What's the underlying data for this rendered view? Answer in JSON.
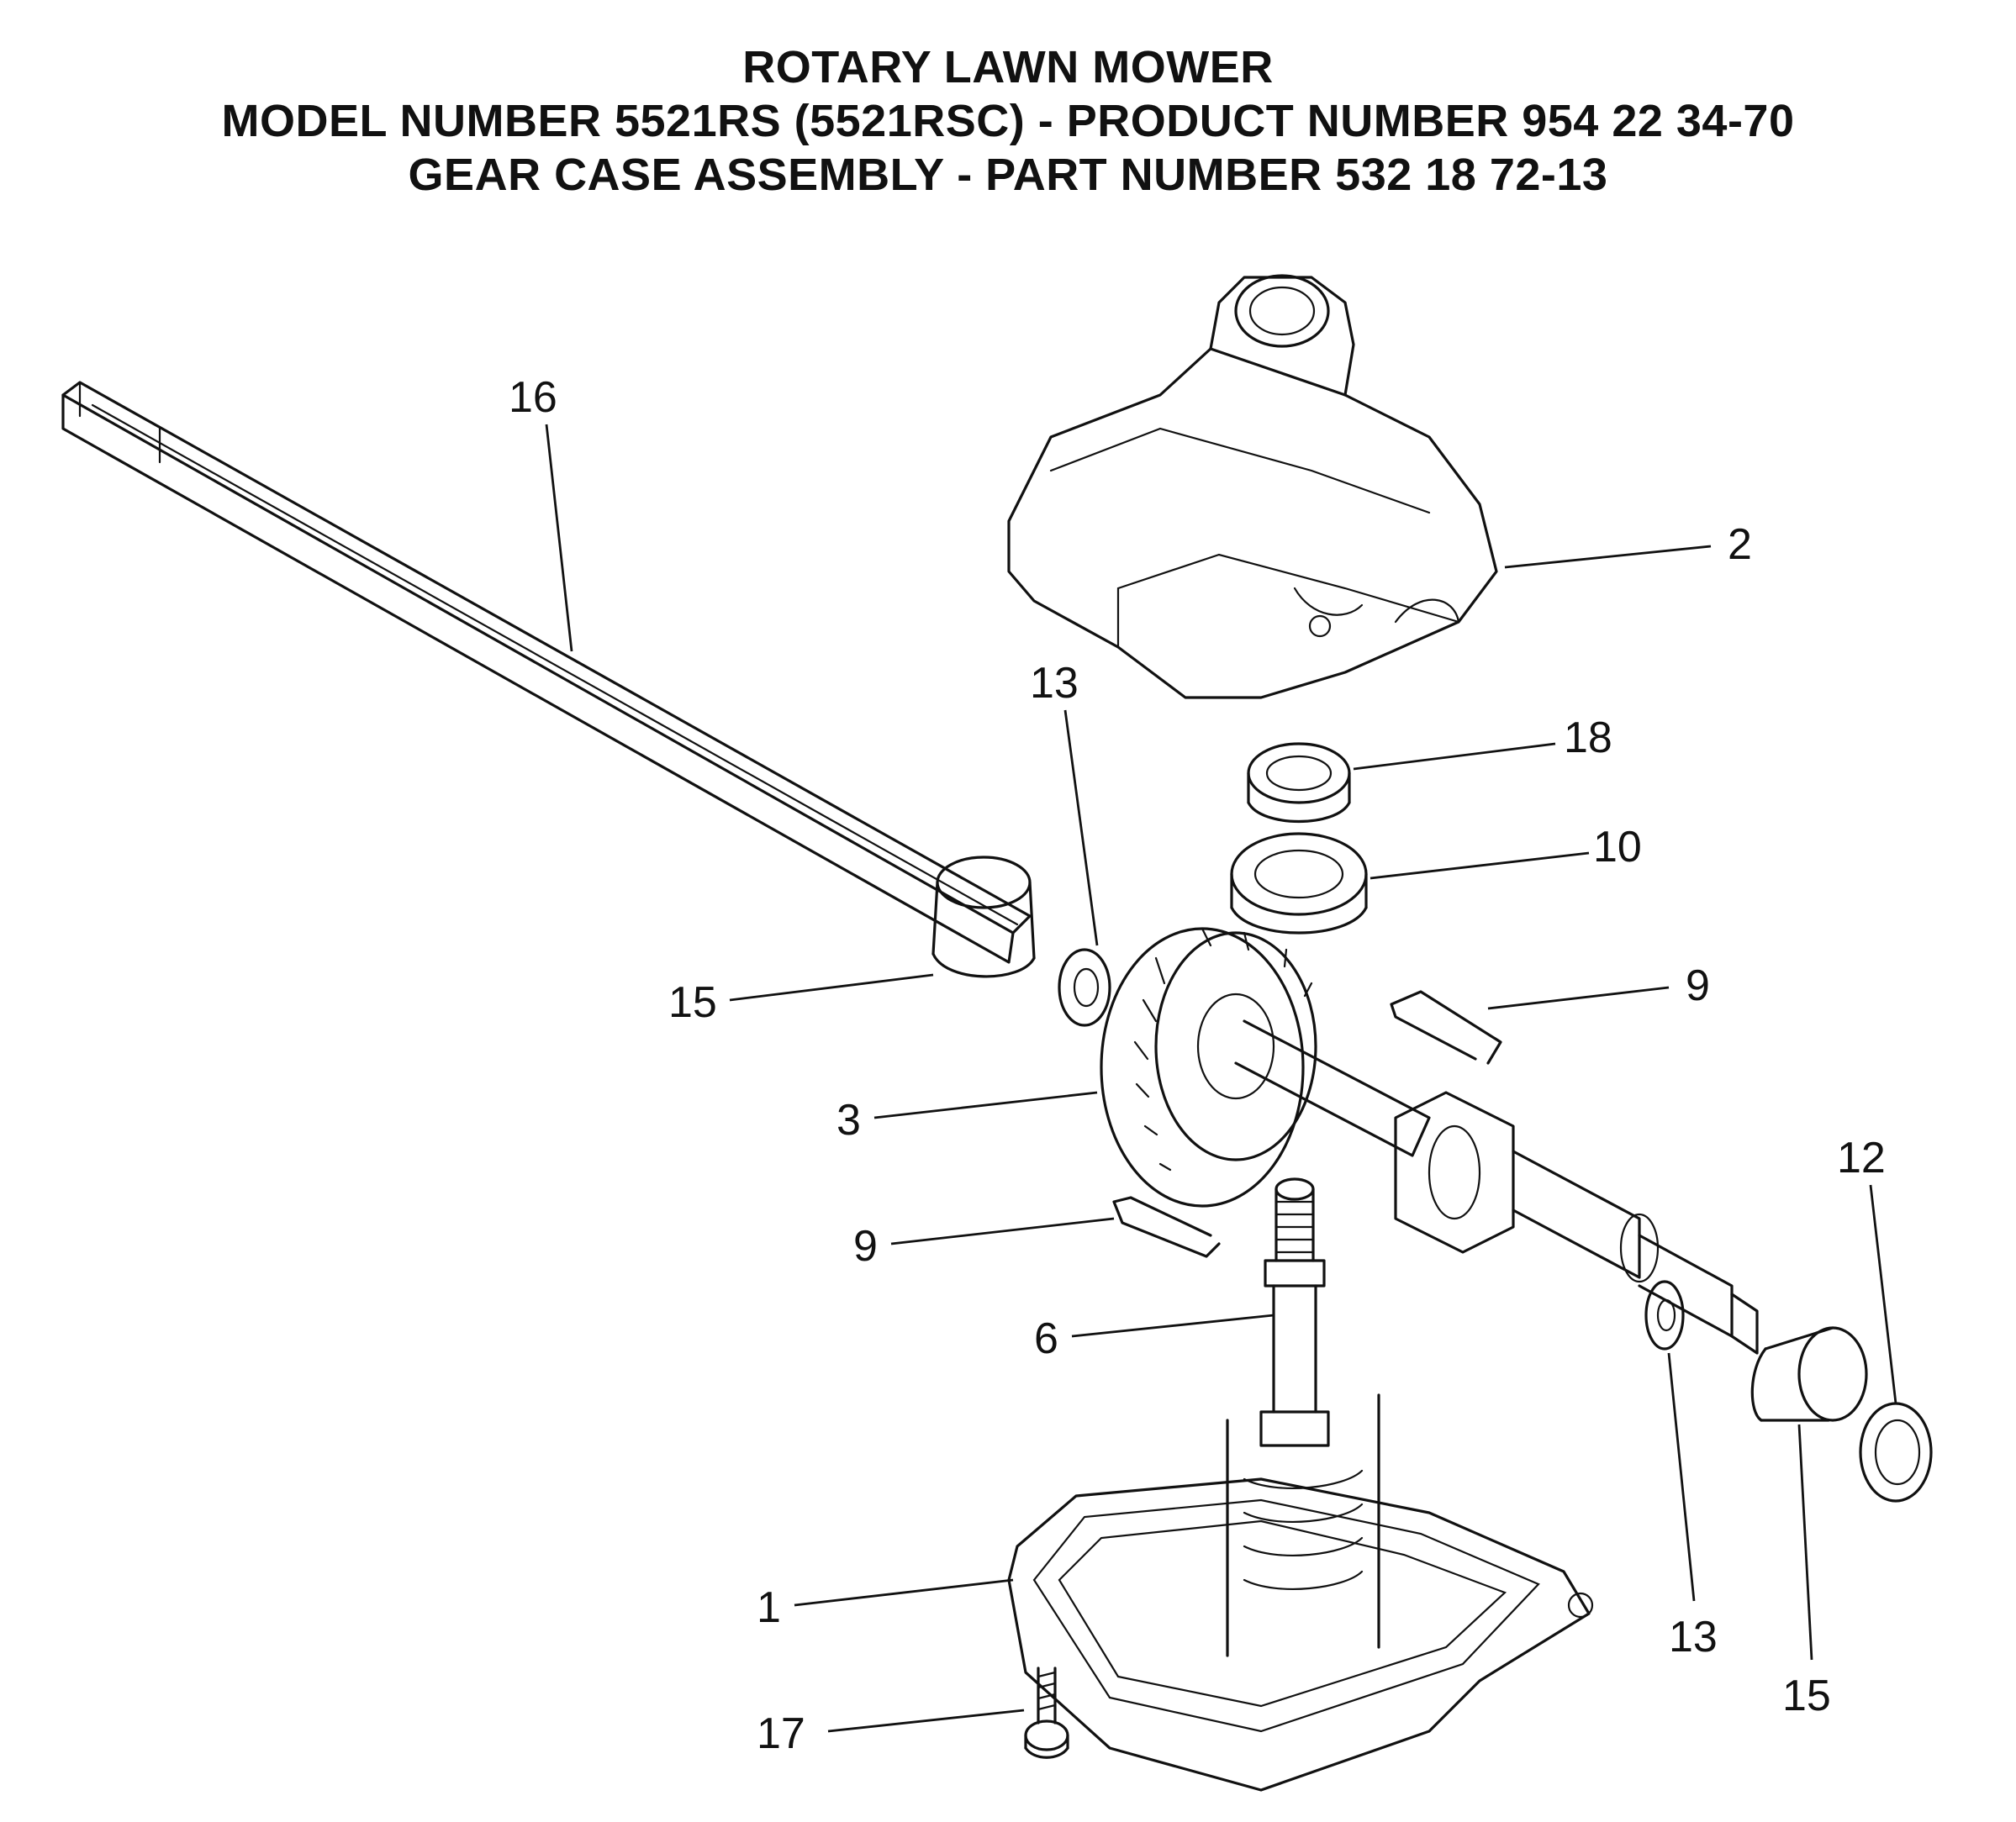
{
  "title": {
    "line1": "ROTARY LAWN MOWER",
    "line2": "MODEL NUMBER 5521RS (5521RSC) - PRODUCT NUMBER 954 22 34-70",
    "line3": "GEAR CASE ASSEMBLY - PART NUMBER 532 18 72-13"
  },
  "callouts": [
    {
      "id": "c16",
      "label": "16"
    },
    {
      "id": "c2",
      "label": "2"
    },
    {
      "id": "c13a",
      "label": "13"
    },
    {
      "id": "c18",
      "label": "18"
    },
    {
      "id": "c10",
      "label": "10"
    },
    {
      "id": "c9a",
      "label": "9"
    },
    {
      "id": "c15a",
      "label": "15"
    },
    {
      "id": "c3",
      "label": "3"
    },
    {
      "id": "c12",
      "label": "12"
    },
    {
      "id": "c9b",
      "label": "9"
    },
    {
      "id": "c6",
      "label": "6"
    },
    {
      "id": "c1",
      "label": "1"
    },
    {
      "id": "c13b",
      "label": "13"
    },
    {
      "id": "c15b",
      "label": "15"
    },
    {
      "id": "c17",
      "label": "17"
    }
  ]
}
